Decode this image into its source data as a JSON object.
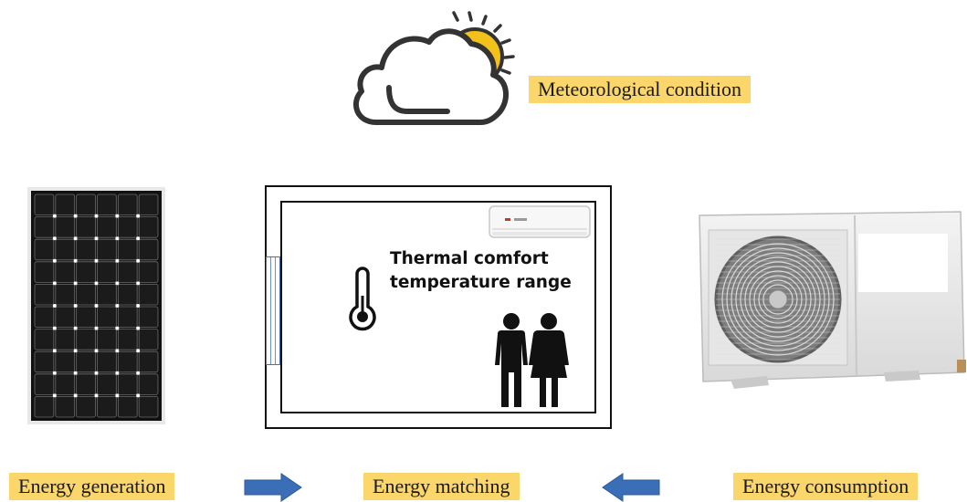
{
  "labels": {
    "meteorological": "Meteorological condition",
    "generation": "Energy generation",
    "matching": "Energy matching",
    "consumption": "Energy consumption"
  },
  "room": {
    "line1": "Thermal comfort",
    "line2": "temperature range"
  },
  "icons": [
    "weather-cloud-sun-icon",
    "solar-panel-icon",
    "air-conditioner-indoor-icon",
    "thermometer-icon",
    "people-icon",
    "ac-outdoor-unit-icon",
    "arrow-right-icon",
    "arrow-left-icon"
  ],
  "colors": {
    "label_bg": "#fbd66b",
    "arrow": "#3a6fb7",
    "sun": "#f2c21a"
  }
}
